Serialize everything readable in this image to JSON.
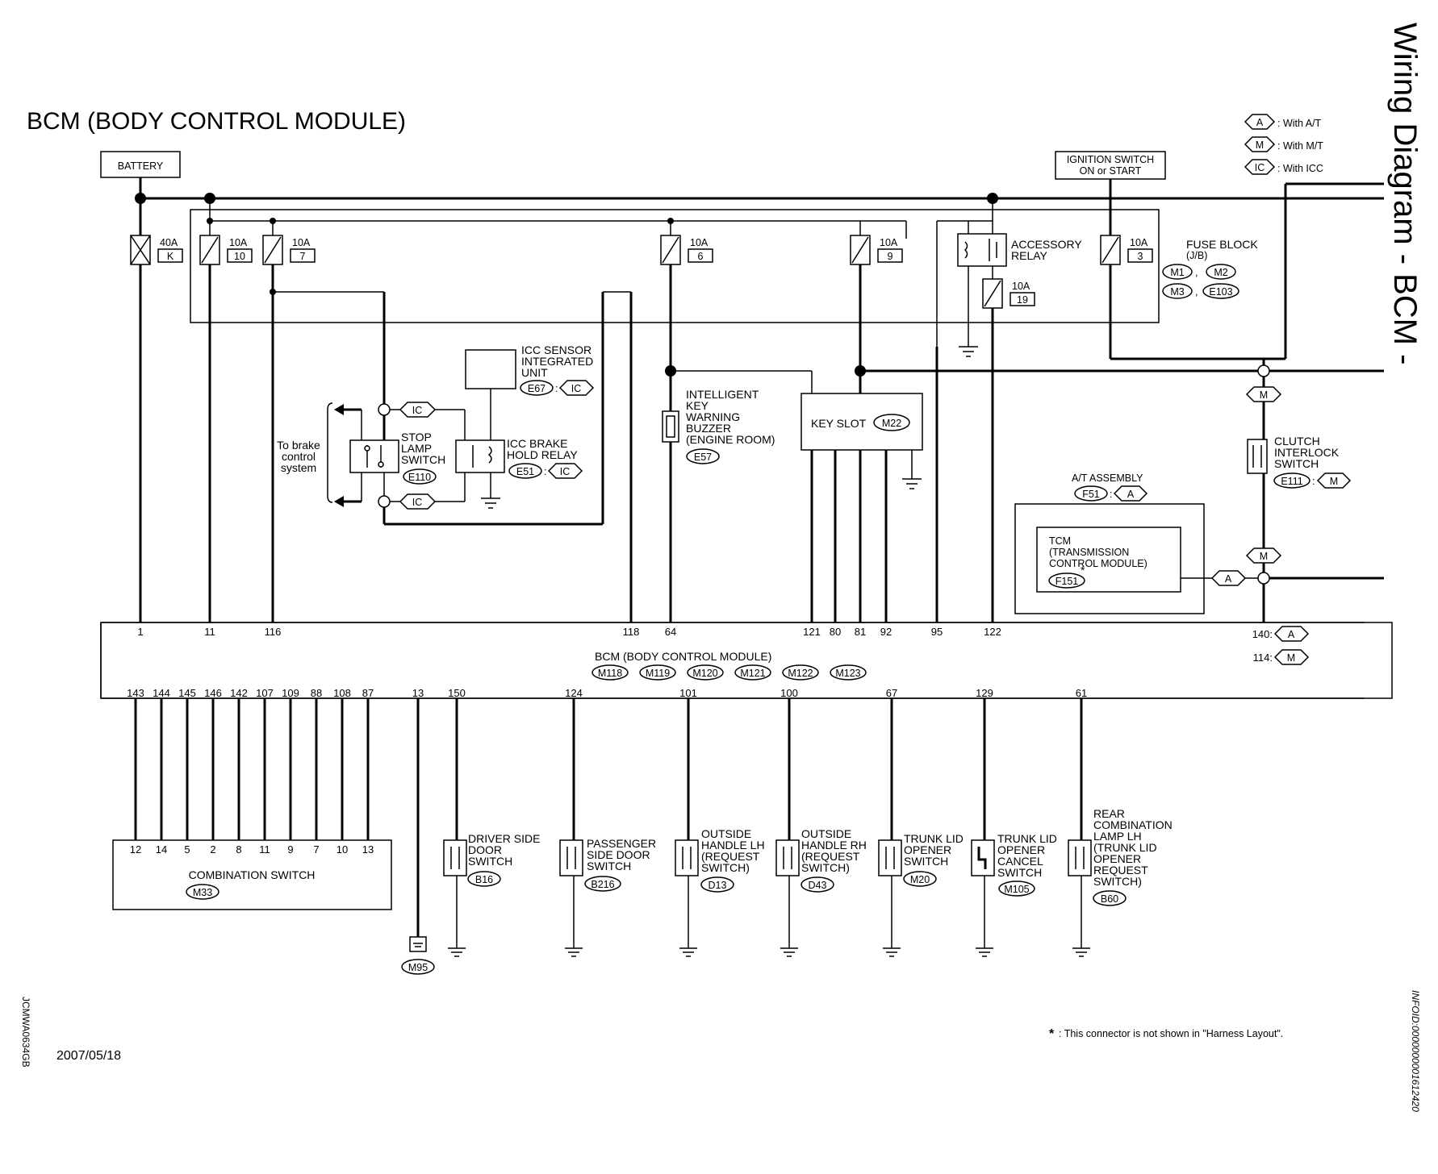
{
  "header": {
    "title": "BCM (BODY CONTROL MODULE)",
    "side_title": "Wiring Diagram - BCM -",
    "side_code": "INFOID:0000000001612420",
    "figure_code": "JCMWA0634GB",
    "date": "2007/05/18"
  },
  "legend": [
    {
      "code": "A",
      "text": ": With A/T"
    },
    {
      "code": "M",
      "text": ": With M/T"
    },
    {
      "code": "IC",
      "text": ": With ICC"
    }
  ],
  "power": {
    "battery": "BATTERY",
    "ignition_line1": "IGNITION SWITCH",
    "ignition_line2": "ON or START"
  },
  "fuses": [
    {
      "amp": "40A",
      "id": "K"
    },
    {
      "amp": "10A",
      "id": "10"
    },
    {
      "amp": "10A",
      "id": "7"
    },
    {
      "amp": "10A",
      "id": "6"
    },
    {
      "amp": "10A",
      "id": "9"
    },
    {
      "amp": "10A",
      "id": "19"
    },
    {
      "amp": "10A",
      "id": "3"
    }
  ],
  "fuse_block": {
    "label1": "FUSE BLOCK",
    "label2": "(J/B)",
    "connectors": [
      "M1",
      "M2",
      "M3",
      "E103"
    ]
  },
  "accessory_relay": {
    "line1": "ACCESSORY",
    "line2": "RELAY"
  },
  "icc_sensor": {
    "lines": [
      "ICC SENSOR",
      "INTEGRATED",
      "UNIT"
    ],
    "connector": "E67",
    "option": "IC"
  },
  "stop_lamp": {
    "lines": [
      "STOP",
      "LAMP",
      "SWITCH"
    ],
    "connector": "E110"
  },
  "icc_brake": {
    "lines": [
      "ICC BRAKE",
      "HOLD RELAY"
    ],
    "connector": "E51",
    "option": "IC"
  },
  "brake_note": {
    "lines": [
      "To brake",
      "control",
      "system"
    ]
  },
  "ic_tag": "IC",
  "buzzer": {
    "lines": [
      "INTELLIGENT",
      "KEY",
      "WARNING",
      "BUZZER",
      "(ENGINE ROOM)"
    ],
    "connector": "E57"
  },
  "key_slot": {
    "label": "KEY SLOT",
    "connector": "M22"
  },
  "at_assembly": {
    "label": "A/T ASSEMBLY",
    "connector": "F51",
    "option": "A"
  },
  "tcm": {
    "lines": [
      "TCM",
      "(TRANSMISSION",
      "CONTROL MODULE)"
    ],
    "connector": "F151",
    "star": "*"
  },
  "clutch": {
    "lines": [
      "CLUTCH",
      "INTERLOCK",
      "SWITCH"
    ],
    "connector": "E111",
    "option": "M"
  },
  "m_tag": "M",
  "a_tag": "A",
  "bcm": {
    "label": "BCM (BODY CONTROL MODULE)",
    "connectors": [
      "M118",
      "M119",
      "M120",
      "M121",
      "M122",
      "M123"
    ],
    "top_pins": [
      "1",
      "11",
      "116",
      "118",
      "64",
      "121",
      "80",
      "81",
      "92",
      "95",
      "122"
    ],
    "bottom_pins": [
      "143",
      "144",
      "145",
      "146",
      "142",
      "107",
      "109",
      "88",
      "108",
      "87",
      "13",
      "150",
      "124",
      "101",
      "100",
      "67",
      "129",
      "61"
    ],
    "right_pins": [
      {
        "pin": "140:",
        "tag": "A"
      },
      {
        "pin": "114:",
        "tag": "M"
      }
    ]
  },
  "combination_switch": {
    "label": "COMBINATION SWITCH",
    "connector": "M33",
    "pins": [
      "12",
      "14",
      "5",
      "2",
      "8",
      "11",
      "9",
      "7",
      "10",
      "13"
    ]
  },
  "ground_connector": "M95",
  "switches": [
    {
      "lines": [
        "DRIVER SIDE",
        "DOOR",
        "SWITCH"
      ],
      "connector": "B16"
    },
    {
      "lines": [
        "PASSENGER",
        "SIDE DOOR",
        "SWITCH"
      ],
      "connector": "B216"
    },
    {
      "lines": [
        "OUTSIDE",
        "HANDLE LH",
        "(REQUEST",
        "SWITCH)"
      ],
      "connector": "D13"
    },
    {
      "lines": [
        "OUTSIDE",
        "HANDLE RH",
        "(REQUEST",
        "SWITCH)"
      ],
      "connector": "D43"
    },
    {
      "lines": [
        "TRUNK LID",
        "OPENER",
        "SWITCH"
      ],
      "connector": "M20"
    },
    {
      "lines": [
        "TRUNK LID",
        "OPENER",
        "CANCEL",
        "SWITCH"
      ],
      "connector": "M105"
    },
    {
      "lines": [
        "REAR",
        "COMBINATION",
        "LAMP LH",
        "(TRUNK LID",
        "OPENER",
        "REQUEST",
        "SWITCH)"
      ],
      "connector": "B60"
    }
  ],
  "footnote": {
    "star": "*",
    "text": ": This connector is not shown in \"Harness Layout\"."
  }
}
